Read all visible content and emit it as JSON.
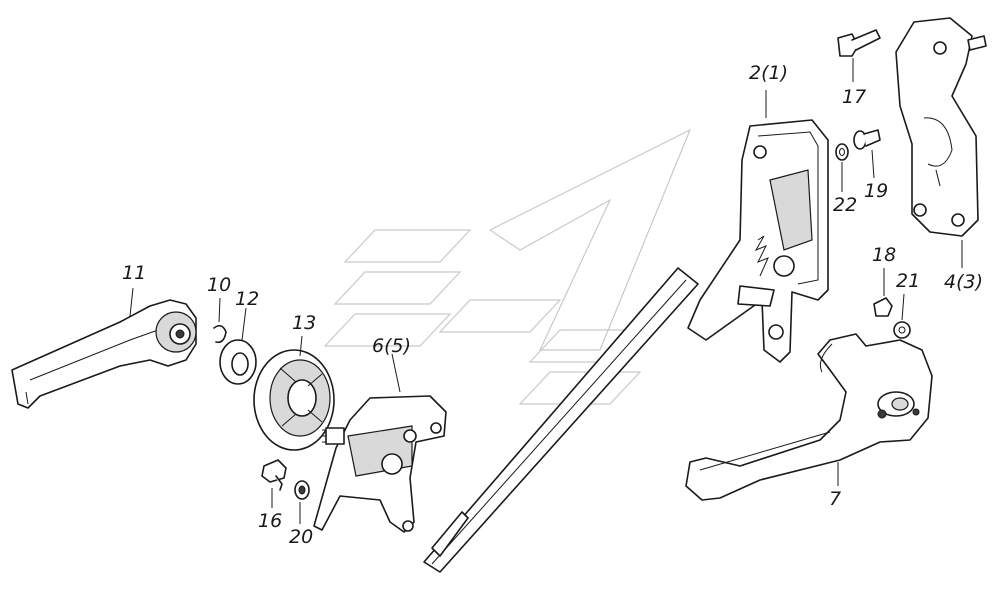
{
  "labels": {
    "l_2_1": "2(1)",
    "l_17": "17",
    "l_22": "22",
    "l_19": "19",
    "l_4_3": "4(3)",
    "l_18": "18",
    "l_21": "21",
    "l_11": "11",
    "l_10": "10",
    "l_12": "12",
    "l_13": "13",
    "l_6_5": "6(5)",
    "l_16": "16",
    "l_20": "20",
    "l_7": "7"
  }
}
